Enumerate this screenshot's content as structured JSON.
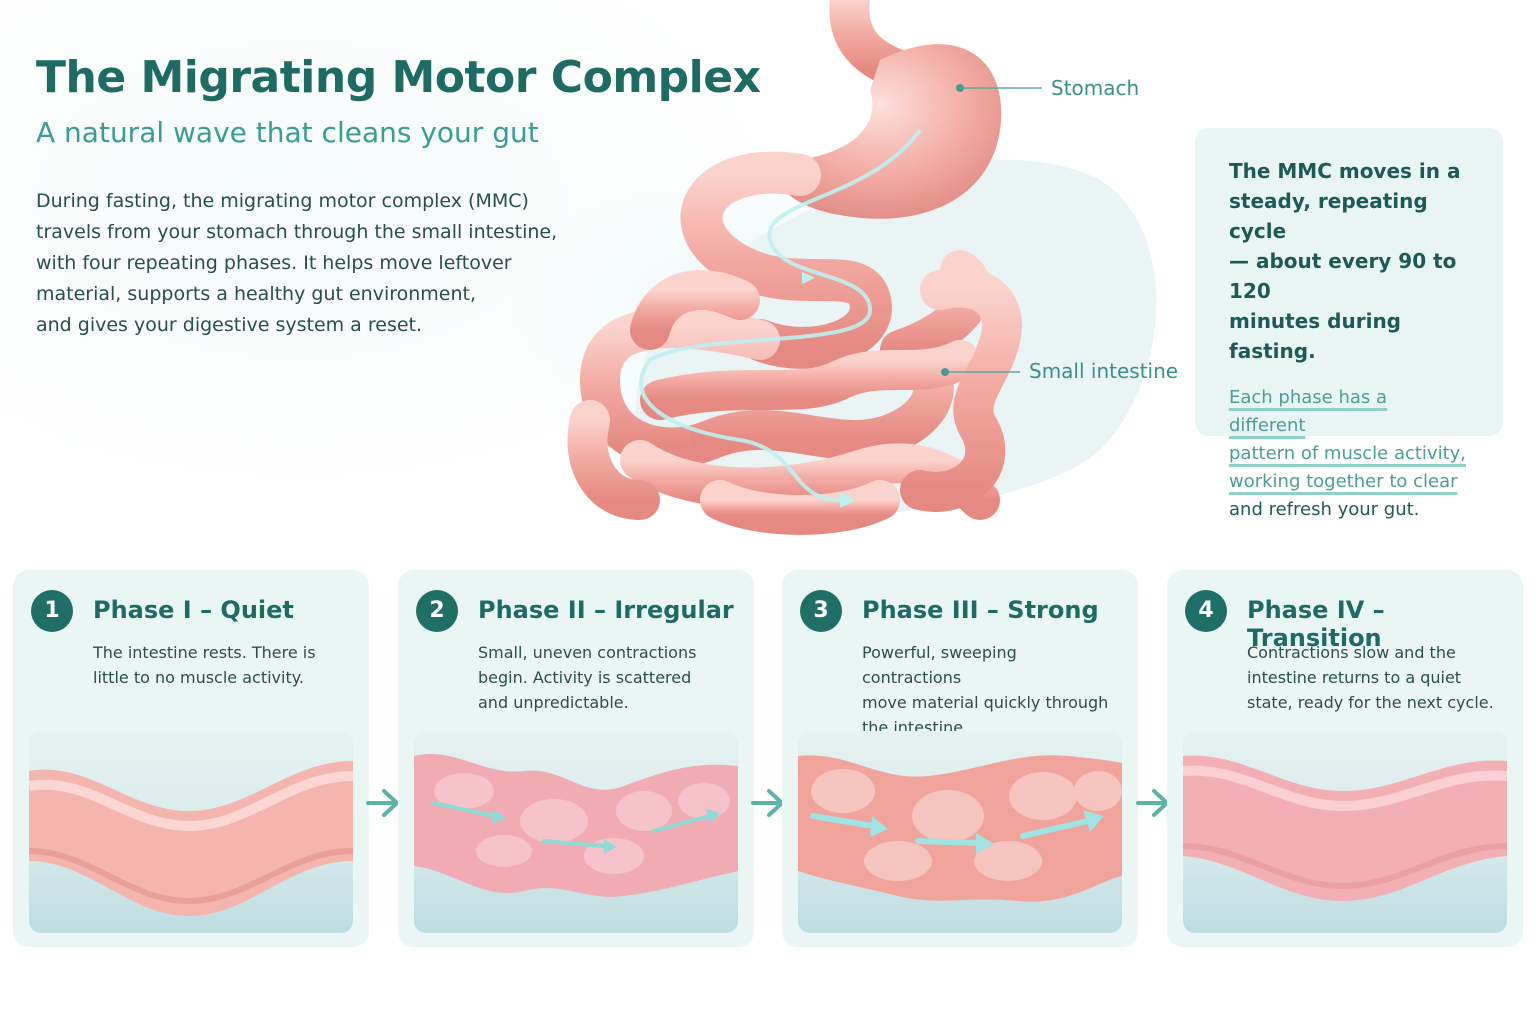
{
  "header": {
    "title": "The Migrating Motor Complex",
    "subtitle": "A natural wave that cleans your gut",
    "intro_lines": [
      "During fasting, the migrating motor complex (MMC)",
      "travels from your stomach through the small intestine,",
      "with four repeating phases. It helps move leftover",
      "material, supports a healthy gut environment,",
      "and gives your digestive system a reset."
    ]
  },
  "diagram": {
    "labels": {
      "stomach": "Stomach",
      "small_intestine": "Small intestine"
    }
  },
  "info_card": {
    "strong_lines": [
      "The MMC moves in a",
      "steady, repeating cycle",
      "— about every 90 to 120",
      "minutes during fasting."
    ],
    "underlined_lines": [
      "Each phase has a different",
      "pattern of muscle activity,",
      "working together to clear"
    ],
    "plain_line": "and refresh your gut."
  },
  "phases": [
    {
      "number": "1",
      "title": "Phase I – Quiet",
      "description_lines": [
        "The intestine rests. There is",
        "little to no muscle activity."
      ]
    },
    {
      "number": "2",
      "title": "Phase II – Irregular",
      "description_lines": [
        "Small, uneven contractions",
        "begin. Activity is scattered",
        "and unpredictable."
      ]
    },
    {
      "number": "3",
      "title": "Phase III – Strong",
      "description_lines": [
        "Powerful, sweeping contractions",
        "move material quickly through",
        "the intestine."
      ]
    },
    {
      "number": "4",
      "title": "Phase IV – Transition",
      "description_lines": [
        "Contractions slow and the",
        "intestine returns to a quiet",
        "state, ready for the next cycle."
      ]
    }
  ],
  "colors": {
    "primary": "#1d6b63",
    "accent": "#3a9d93",
    "card_bg": "#eaf6f4",
    "tissue": "#f2a8a0",
    "flow": "#9fe3e3"
  },
  "icons": [
    "arrow-right-icon",
    "flow-arrow-icon"
  ]
}
